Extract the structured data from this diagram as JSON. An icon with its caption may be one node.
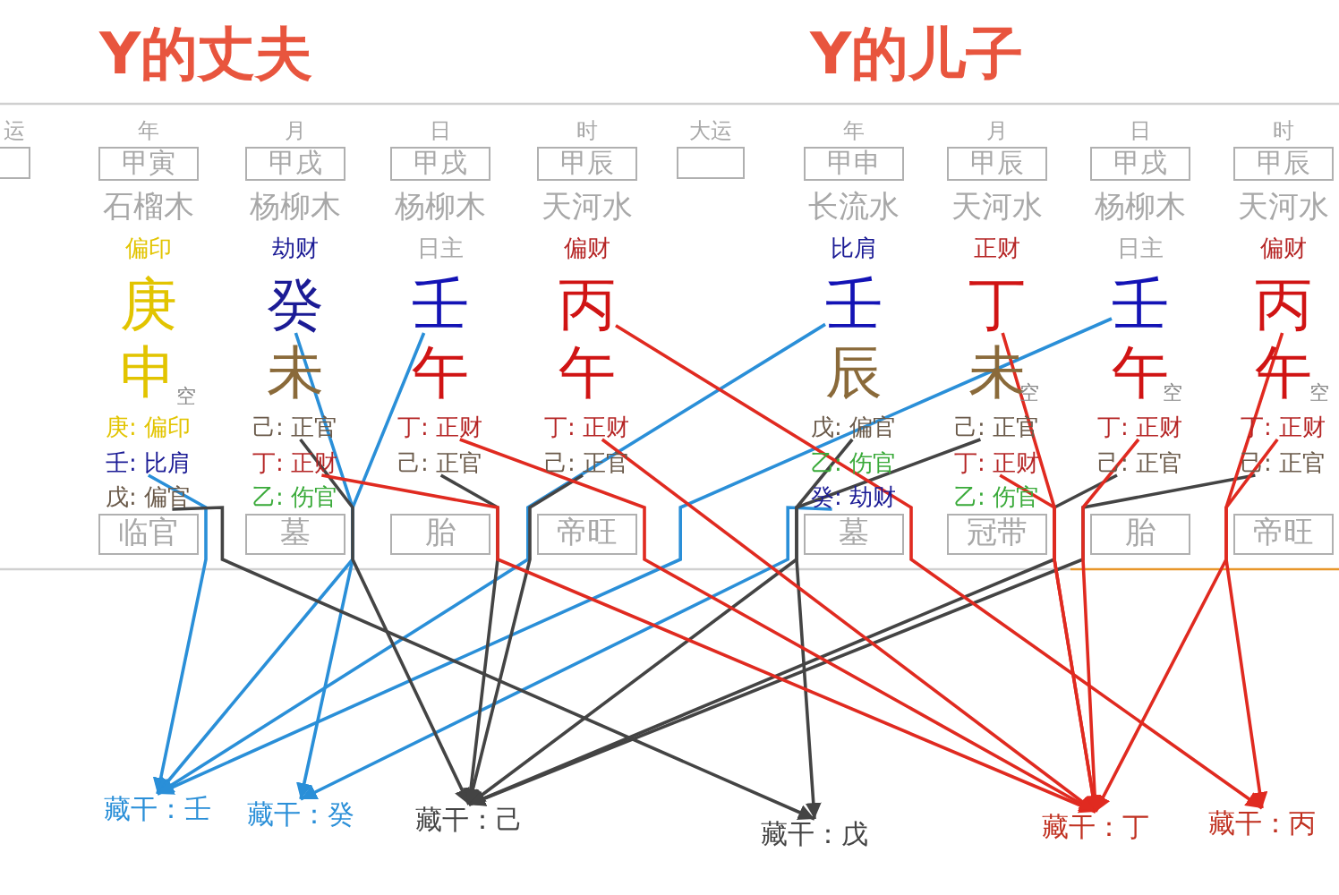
{
  "diagram": {
    "nodes": [
      {
        "text": [],
        "shape": "box"
      },
      {
        "text": [
          "甲寅"
        ]
      },
      {
        "text": [
          "甲戌"
        ]
      },
      {
        "text": [
          "甲戌"
        ]
      },
      {
        "text": [
          "甲辰"
        ]
      },
      {
        "text": [
          "庚"
        ]
      },
      {
        "text": [
          "癸"
        ]
      },
      {
        "text": [
          "壬"
        ]
      },
      {
        "text": [
          "丙"
        ]
      },
      {
        "text": [
          "庚: 偏印"
        ]
      },
      {
        "text": [
          "壬: 比肩"
        ]
      },
      {
        "text": [
          "戊: 偏官"
        ]
      },
      {
        "text": [
          "己: 正官"
        ]
      },
      {
        "text": [
          "丁: 正财"
        ]
      },
      {
        "text": [
          "乙: 伤官"
        ]
      },
      {
        "text": [
          "丁: 正财"
        ]
      },
      {
        "text": [
          "己: 正官"
        ]
      },
      {
        "text": [
          "丁: 正财"
        ]
      },
      {
        "text": [
          "己: 正官"
        ]
      },
      {
        "text": [
          "临官"
        ]
      },
      {
        "text": [
          "墓"
        ]
      },
      {
        "text": [
          "胎"
        ]
      },
      {
        "text": [
          "帝旺"
        ]
      },
      {
        "text": [],
        "shape": "box"
      },
      {
        "text": [
          "甲申"
        ]
      },
      {
        "text": [
          "甲辰"
        ]
      },
      {
        "text": [
          "甲戌"
        ]
      },
      {
        "text": [
          "甲辰"
        ]
      },
      {
        "text": [
          "壬"
        ]
      },
      {
        "text": [
          "丁"
        ]
      },
      {
        "text": [
          "壬"
        ]
      },
      {
        "text": [
          "丙"
        ]
      },
      {
        "text": [
          "戊: 偏官"
        ]
      },
      {
        "text": [
          "乙: 伤官"
        ]
      },
      {
        "text": [
          "癸: 劫财"
        ]
      },
      {
        "text": [
          "己: 正官"
        ]
      },
      {
        "text": [
          "丁: 正财"
        ]
      },
      {
        "text": [
          "乙: 伤官"
        ]
      },
      {
        "text": [
          "丁: 正财"
        ]
      },
      {
        "text": [
          "己: 正官"
        ]
      },
      {
        "text": [
          "丁: 正财"
        ]
      },
      {
        "text": [
          "己: 正官"
        ]
      },
      {
        "text": [
          "墓"
        ]
      },
      {
        "text": [
          "冠带"
        ]
      },
      {
        "text": [
          "胎"
        ]
      },
      {
        "text": [
          "帝旺"
        ]
      },
      {
        "text": [
          "藏干：壬"
        ]
      },
      {
        "text": [
          "藏干：癸"
        ]
      },
      {
        "text": [
          "藏干：己"
        ]
      },
      {
        "text": [
          "藏干：戊"
        ]
      },
      {
        "text": [
          "藏干：丁"
        ]
      },
      {
        "text": [
          "藏干：丙"
        ]
      }
    ],
    "edges": [
      {
        "from": 10,
        "to": 46,
        "arrow": "to",
        "color": "#2a8fd8"
      },
      {
        "from": 7,
        "to": 46,
        "arrow": "to",
        "color": "#2a8fd8"
      },
      {
        "from": 28,
        "to": 46,
        "arrow": "to",
        "color": "#2a8fd8"
      },
      {
        "from": 30,
        "to": 46,
        "arrow": "to",
        "color": "#2a8fd8"
      },
      {
        "from": 6,
        "to": 47,
        "arrow": "to",
        "color": "#2a8fd8"
      },
      {
        "from": 34,
        "to": 47,
        "arrow": "to",
        "color": "#2a8fd8"
      },
      {
        "from": 12,
        "to": 48,
        "arrow": "to",
        "color": "#444444"
      },
      {
        "from": 16,
        "to": 48,
        "arrow": "to",
        "color": "#444444"
      },
      {
        "from": 18,
        "to": 48,
        "arrow": "to",
        "color": "#444444"
      },
      {
        "from": 35,
        "to": 48,
        "arrow": "to",
        "color": "#444444"
      },
      {
        "from": 39,
        "to": 48,
        "arrow": "to",
        "color": "#444444"
      },
      {
        "from": 41,
        "to": 48,
        "arrow": "to",
        "color": "#444444"
      },
      {
        "from": 11,
        "to": 49,
        "arrow": "to",
        "color": "#444444"
      },
      {
        "from": 32,
        "to": 49,
        "arrow": "to",
        "color": "#444444"
      },
      {
        "from": 13,
        "to": 50,
        "arrow": "to"
      },
      {
        "from": 15,
        "to": 50,
        "arrow": "to"
      },
      {
        "from": 17,
        "to": 50,
        "arrow": "to"
      },
      {
        "from": 29,
        "to": 50,
        "arrow": "to"
      },
      {
        "from": 36,
        "to": 50,
        "arrow": "to"
      },
      {
        "from": 38,
        "to": 50,
        "arrow": "to"
      },
      {
        "from": 40,
        "to": 50,
        "arrow": "to"
      },
      {
        "from": 8,
        "to": 51,
        "arrow": "to"
      },
      {
        "from": 31,
        "to": 51,
        "arrow": "to"
      }
    ],
    "labels": [
      "Y的丈夫",
      "Y的儿子",
      "运",
      "年",
      "月",
      "日",
      "时",
      "石榴木",
      "杨柳木",
      "杨柳木",
      "天河水",
      "偏印",
      "劫财",
      "日主",
      "偏财",
      "申",
      "未",
      "午",
      "午",
      "空",
      "大运",
      "年",
      "月",
      "日",
      "时",
      "长流水",
      "天河水",
      "杨柳木",
      "天河水",
      "比肩",
      "正财",
      "日主",
      "偏财",
      "辰",
      "未",
      "午",
      "午",
      "空",
      "空",
      "空"
    ]
  }
}
